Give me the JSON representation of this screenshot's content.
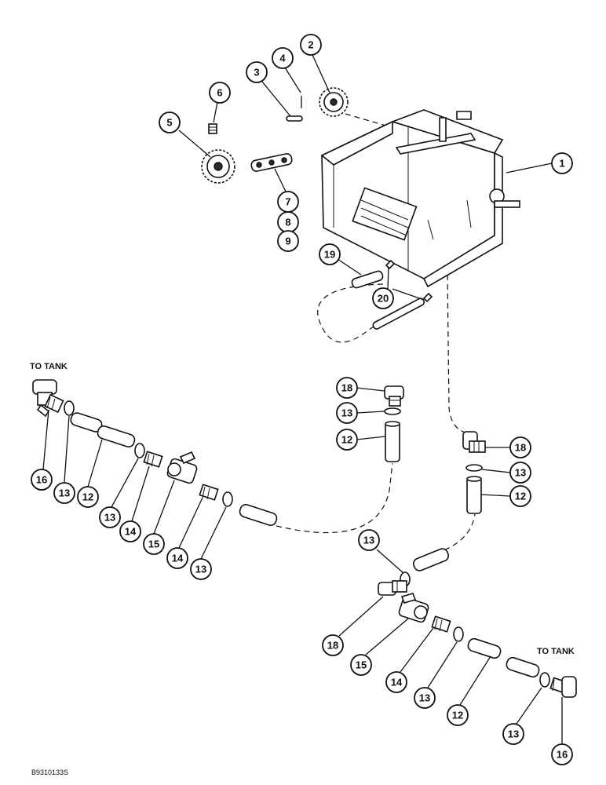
{
  "labels": {
    "to_tank_left": "TO TANK",
    "to_tank_right": "TO TANK",
    "figure_id": "B9310133S"
  },
  "callouts": {
    "c1": "1",
    "c2": "2",
    "c3": "3",
    "c4": "4",
    "c5": "5",
    "c6": "6",
    "c7": "7",
    "c8": "8",
    "c9": "9",
    "c19": "19",
    "c20": "20",
    "c18a": "18",
    "c13a": "13",
    "c12a": "12",
    "c18b": "18",
    "c13b": "13",
    "c12b": "12",
    "c16a": "16",
    "c13c": "13",
    "c12c": "12",
    "c13d": "13",
    "c14a": "14",
    "c15a": "15",
    "c14b": "14",
    "c13e": "13",
    "c13f": "13",
    "c18c": "18",
    "c15b": "15",
    "c14c": "14",
    "c13g": "13",
    "c12d": "12",
    "c13h": "13",
    "c16b": "16"
  }
}
